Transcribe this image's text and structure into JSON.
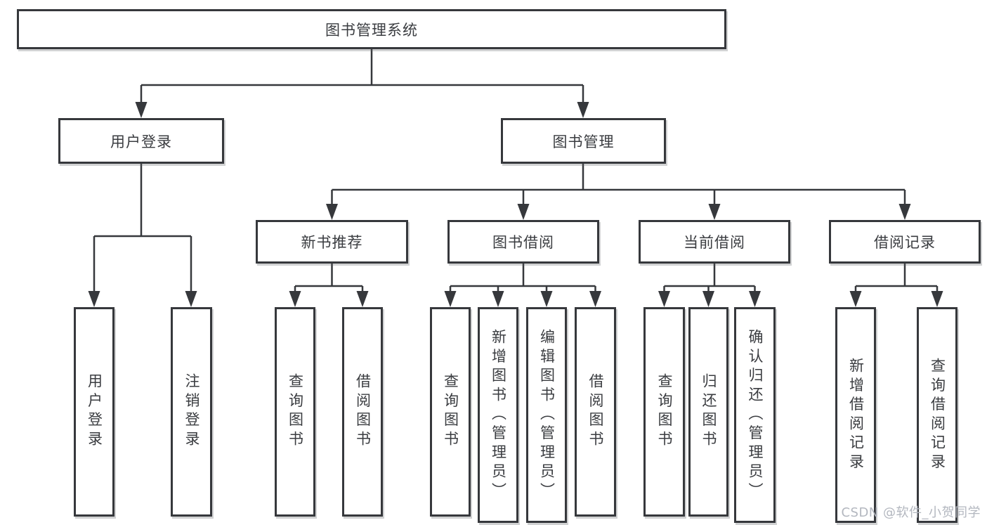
{
  "diagram_title": "图书管理系统",
  "tree": {
    "root": {
      "label": "图书管理系统",
      "children": [
        {
          "label": "用户登录",
          "children": [
            {
              "label": "用户登录"
            },
            {
              "label": "注销登录"
            }
          ]
        },
        {
          "label": "图书管理",
          "children": [
            {
              "label": "新书推荐",
              "children": [
                {
                  "label": "查询图书"
                },
                {
                  "label": "借阅图书"
                }
              ]
            },
            {
              "label": "图书借阅",
              "children": [
                {
                  "label": "查询图书"
                },
                {
                  "label": "新增图书（管理员）"
                },
                {
                  "label": "编辑图书（管理员）"
                },
                {
                  "label": "借阅图书"
                }
              ]
            },
            {
              "label": "当前借阅",
              "children": [
                {
                  "label": "查询图书"
                },
                {
                  "label": "归还图书"
                },
                {
                  "label": "确认归还（管理员）"
                }
              ]
            },
            {
              "label": "借阅记录",
              "children": [
                {
                  "label": "新增借阅记录"
                },
                {
                  "label": "查询借阅记录"
                }
              ]
            }
          ]
        }
      ]
    }
  },
  "watermark": {
    "text": "CSDN @软件_小贺同学"
  },
  "colors": {
    "line": "#36383c",
    "box_border": "#36383c",
    "text": "#3a3c40",
    "background": "#ffffff",
    "watermark": "#b3b7bf"
  }
}
